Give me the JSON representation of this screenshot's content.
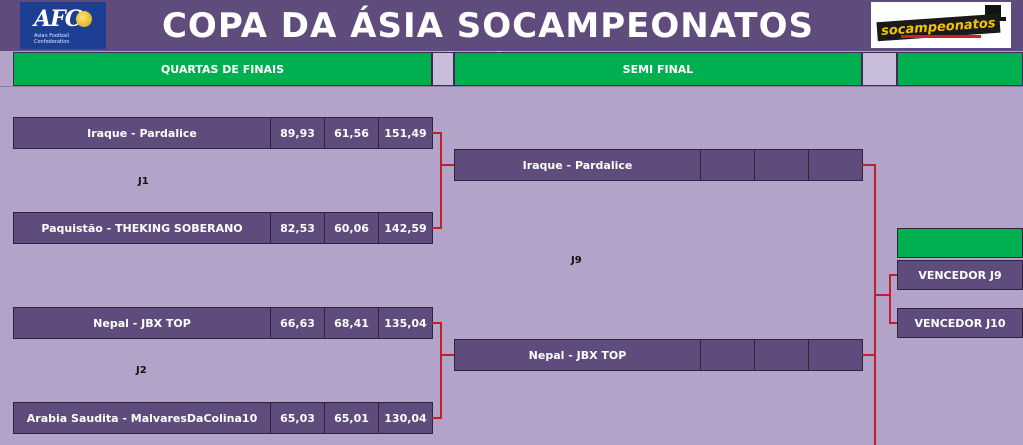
{
  "header": {
    "title": "COPA DA ÁSIA SOCAMPEONATOS 2020",
    "afc_logo_text": "AFC",
    "afc_sub": "Asian Football Confederation",
    "sponsor_logo_text": "socampeonatos"
  },
  "columns": {
    "quarter": "QUARTAS DE FINAIS",
    "semi": "SEMI FINAL"
  },
  "quarterfinals": [
    {
      "label": "J1",
      "home": {
        "name": "Iraque - Pardalice",
        "s1": "89,93",
        "s2": "61,56",
        "total": "151,49"
      },
      "away": {
        "name": "Paquistão - THEKING SOBERANO",
        "s1": "82,53",
        "s2": "60,06",
        "total": "142,59"
      }
    },
    {
      "label": "J2",
      "home": {
        "name": "Nepal - JBX TOP",
        "s1": "66,63",
        "s2": "68,41",
        "total": "135,04"
      },
      "away": {
        "name": "Arabia Saudita - MalvaresDaColina10",
        "s1": "65,03",
        "s2": "65,01",
        "total": "130,04"
      }
    }
  ],
  "semifinals": [
    {
      "label": "J9",
      "home": {
        "name": "Iraque - Pardalice"
      },
      "away": {
        "name": "Nepal - JBX TOP"
      }
    }
  ],
  "final": {
    "slot1": "VENCEDOR J9",
    "slot2": "VENCEDOR J10"
  },
  "colors": {
    "background": "#b3a3c9",
    "header": "#5f4b7c",
    "accent_green": "#00b050",
    "bracket_line": "#c0202a"
  }
}
